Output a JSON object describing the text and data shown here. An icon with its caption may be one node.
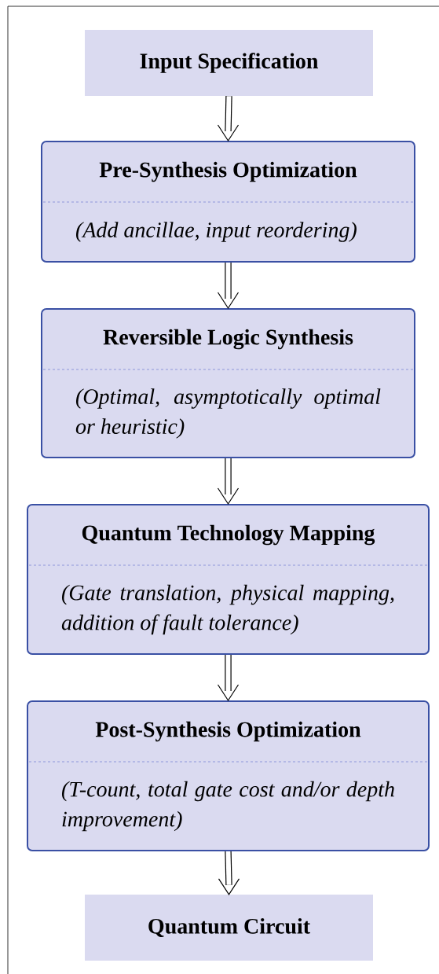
{
  "diagram": {
    "nodes": [
      {
        "text": [
          "Input Specification"
        ]
      },
      {
        "text": [
          "Pre-Synthesis Optimization",
          "(Add ancillae, input reordering)"
        ]
      },
      {
        "text": [
          "Reversible Logic Synthesis",
          "(Optimal, asymptotically optimal or heuristic)"
        ]
      },
      {
        "text": [
          "Quantum Technology Mapping",
          "(Gate translation, physical mapping, addition of fault tolerance)"
        ]
      },
      {
        "text": [
          "Post-Synthesis Optimization",
          "(T-count, total gate cost and/or depth improvement)"
        ]
      },
      {
        "text": [
          "Quantum Circuit"
        ]
      }
    ],
    "edges": [
      {
        "from": 0,
        "to": 1,
        "arrow": "to"
      },
      {
        "from": 1,
        "to": 2,
        "arrow": "to"
      },
      {
        "from": 2,
        "to": 3,
        "arrow": "to"
      },
      {
        "from": 3,
        "to": 4,
        "arrow": "to"
      },
      {
        "from": 4,
        "to": 5,
        "arrow": "to"
      }
    ]
  }
}
